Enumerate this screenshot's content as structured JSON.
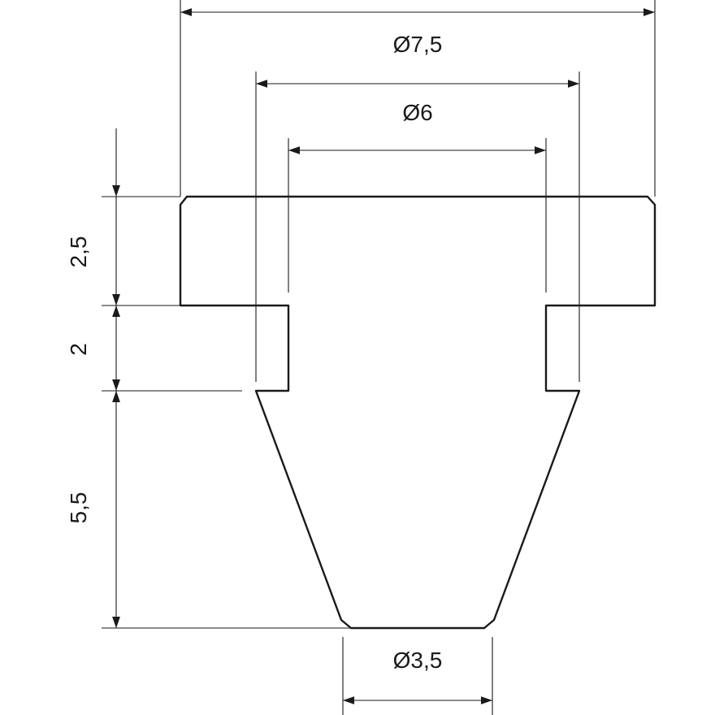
{
  "dimensions": {
    "outer_diameter": "Ø7,5",
    "collar_diameter": "Ø6",
    "tip_diameter": "Ø3,5",
    "head_height": "2,5",
    "neck_height": "2",
    "cone_height": "5,5"
  },
  "colors": {
    "line": "#1a1a1a",
    "background": "#ffffff"
  }
}
